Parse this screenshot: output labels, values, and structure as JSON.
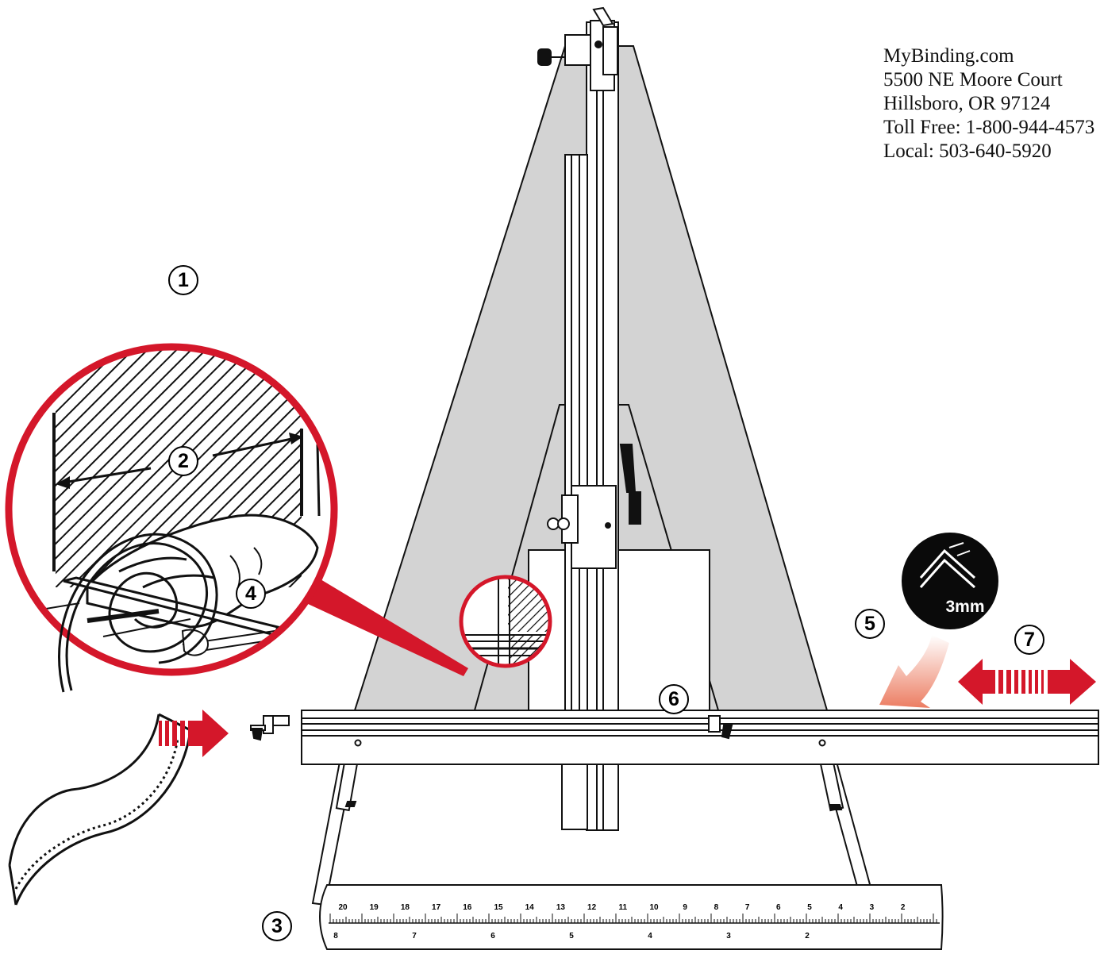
{
  "company": {
    "lines": [
      "MyBinding.com",
      "5500 NE Moore Court",
      "Hillsboro, OR 97124",
      "Toll Free: 1-800-944-4573",
      "Local: 503-640-5920"
    ]
  },
  "callouts": {
    "c1": "1",
    "c2": "2",
    "c3": "3",
    "c4": "4",
    "c5": "5",
    "c6": "6",
    "c7": "7"
  },
  "detail": {
    "thickness_label": "3mm"
  },
  "ruler": {
    "top_numbers": [
      "20",
      "19",
      "18",
      "17",
      "16",
      "15",
      "14",
      "13",
      "12",
      "11",
      "10",
      "9",
      "8",
      "7",
      "6",
      "5",
      "4",
      "3",
      "2"
    ],
    "bottom_numbers": [
      "8",
      "7",
      "6",
      "5",
      "4",
      "3",
      "2"
    ]
  },
  "colors": {
    "accent_red": "#d4172a",
    "panel_gray": "#d3d3d3",
    "arrow_orange": "#f0907a"
  },
  "icons": {
    "push_arrow": "arrow-right-icon",
    "slide_arrow": "double-arrow-icon",
    "curved_arrow": "curved-arrow-icon"
  }
}
